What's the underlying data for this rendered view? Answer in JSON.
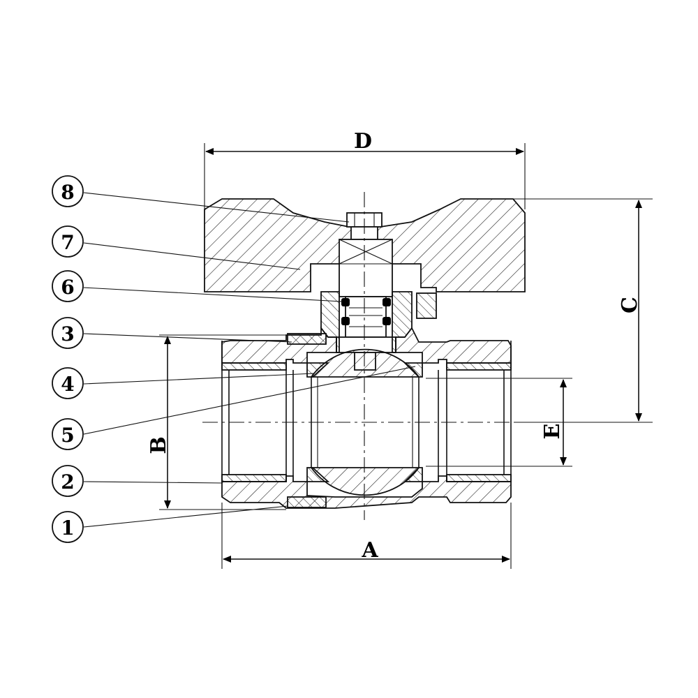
{
  "callouts": {
    "c1": "1",
    "c2": "2",
    "c3": "3",
    "c4": "4",
    "c5": "5",
    "c6": "6",
    "c7": "7",
    "c8": "8"
  },
  "dimensions": {
    "A": "A",
    "B": "B",
    "C": "C",
    "D": "D",
    "E": "E"
  }
}
